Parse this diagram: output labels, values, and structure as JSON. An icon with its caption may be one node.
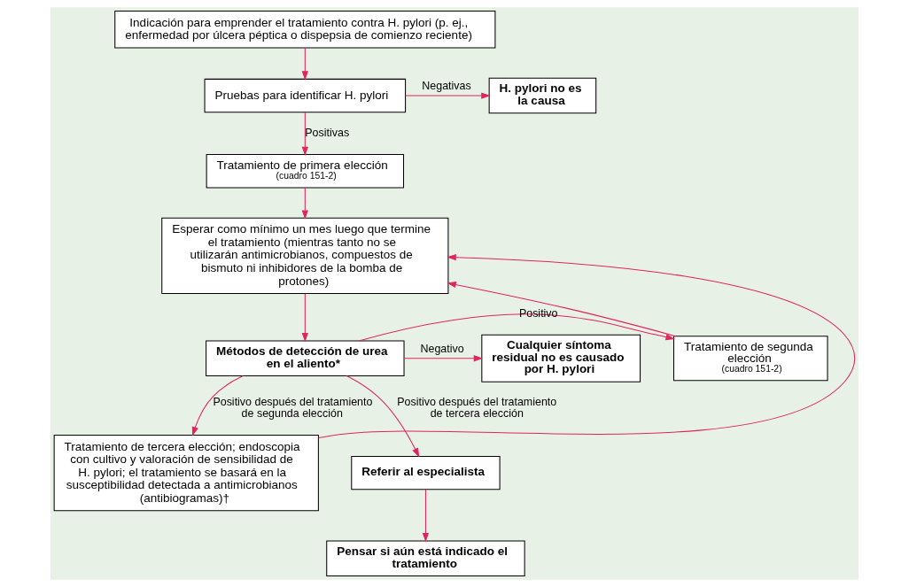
{
  "diagram": {
    "nodes": [
      {
        "text": [
          "Indicación para emprender el tratamiento contra H. pylori (p. ej., enfermedad por úlcera péptica o dispepsia de comienzo reciente)"
        ]
      },
      {
        "text": [
          "Pruebas para identificar H. pylori"
        ]
      },
      {
        "text": [
          "H. pylori no es la causa"
        ]
      },
      {
        "text": [
          "Tratamiento de primera elección",
          "(cuadro 151-2)"
        ]
      },
      {
        "text": [
          "Esperar como mínimo un mes luego que termine el tratamiento (mientras tanto no se utilizarán antimicrobianos, compuestos de bismuto ni inhibidores de la bomba de protones)"
        ]
      },
      {
        "text": [
          "Tratamiento de segunda elección",
          "(cuadro 151-2)"
        ]
      },
      {
        "text": [
          "Métodos de detección de urea en el aliento*"
        ]
      },
      {
        "text": [
          "Cualquier síntoma residual no es causado por H. pylori"
        ]
      },
      {
        "text": [
          "Tratamiento de tercera elección; endoscopia con cultivo y valoración de sensibilidad de H. pylori; el tratamiento se basará en la susceptibilidad detectada a antimicrobianos (antibiogramas)†"
        ]
      },
      {
        "text": [
          "Referir al especialista"
        ]
      },
      {
        "text": [
          "Pensar si aún está indicado el tratamiento"
        ]
      }
    ],
    "edges": [
      {
        "from": 0,
        "to": 1,
        "arrow": "to"
      },
      {
        "from": 1,
        "to": 2,
        "arrow": "to",
        "label": "Negativas"
      },
      {
        "from": 1,
        "to": 3,
        "arrow": "to",
        "label": "Positivas"
      },
      {
        "from": 3,
        "to": 4,
        "arrow": "to"
      },
      {
        "from": 4,
        "to": 6,
        "arrow": "to"
      },
      {
        "from": 6,
        "to": 5,
        "arrow": "to",
        "label": "Positivo"
      },
      {
        "from": 5,
        "to": 4,
        "arrow": "to"
      },
      {
        "from": 6,
        "to": 7,
        "arrow": "to",
        "label": "Negativo"
      },
      {
        "from": 6,
        "to": 8,
        "arrow": "to",
        "label": "Positivo después del tratamiento de segunda elección"
      },
      {
        "from": 6,
        "to": 9,
        "arrow": "to",
        "label": "Positivo después del tratamiento de tercera elección"
      },
      {
        "from": 9,
        "to": 10,
        "arrow": "to"
      },
      {
        "from": 8,
        "to": 4,
        "arrow": "to"
      }
    ]
  }
}
